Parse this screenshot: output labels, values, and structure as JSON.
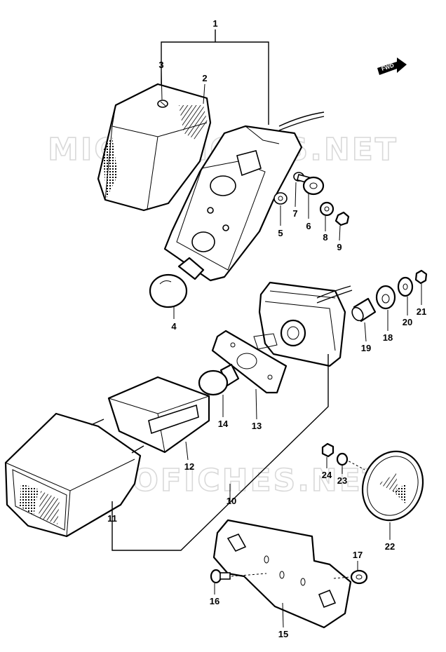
{
  "watermark": {
    "upper": "MICROFICHES.NET",
    "lower": "MICROFICHES.NET"
  },
  "direction_arrow": {
    "label": "FWD",
    "icon": "fwd-arrow-icon"
  },
  "callouts": {
    "c1": "1",
    "c2": "2",
    "c3": "3",
    "c4": "4",
    "c5": "5",
    "c6": "6",
    "c7": "7",
    "c8": "8",
    "c9": "9",
    "c10": "10",
    "c11": "11",
    "c12": "12",
    "c13": "13",
    "c14": "14",
    "c15": "15",
    "c16": "16",
    "c17": "17",
    "c18": "18",
    "c19": "19",
    "c20": "20",
    "c21": "21",
    "c22": "22",
    "c23": "23",
    "c24": "24"
  },
  "colors": {
    "line": "#000000",
    "watermark": "#d9d9d9",
    "background": "#ffffff"
  }
}
